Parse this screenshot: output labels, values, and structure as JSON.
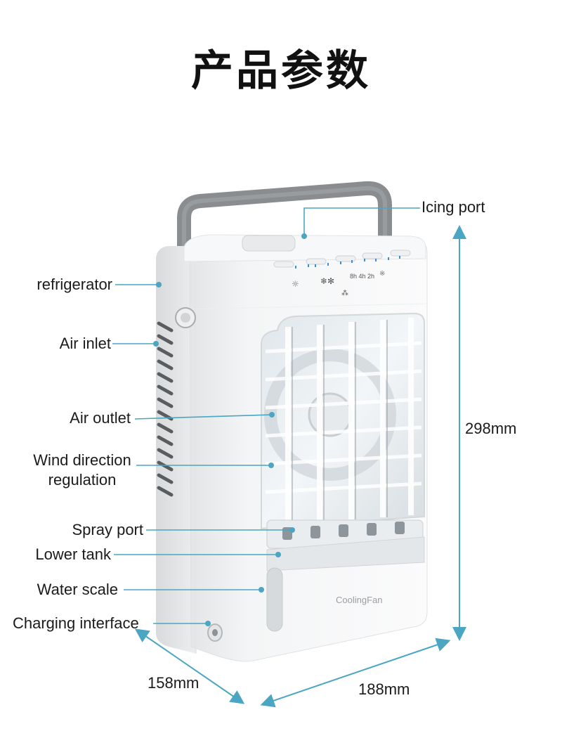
{
  "title": "产品参数",
  "product": {
    "brand": "CoolingFan",
    "panel_text": "8h 4h 2h"
  },
  "callouts": {
    "icing_port": "Icing port",
    "refrigerator": "refrigerator",
    "air_inlet": "Air inlet",
    "air_outlet": "Air outlet",
    "wind_direction_line1": "Wind direction",
    "wind_direction_line2": "regulation",
    "spray_port": "Spray port",
    "lower_tank": "Lower tank",
    "water_scale": "Water scale",
    "charging_interface": "Charging interface"
  },
  "dimensions": {
    "height": "298mm",
    "depth": "158mm",
    "width": "188mm"
  },
  "colors": {
    "callout_line": "#4aa6c2",
    "handle": "#8a8d90",
    "body": "#f2f3f4"
  }
}
